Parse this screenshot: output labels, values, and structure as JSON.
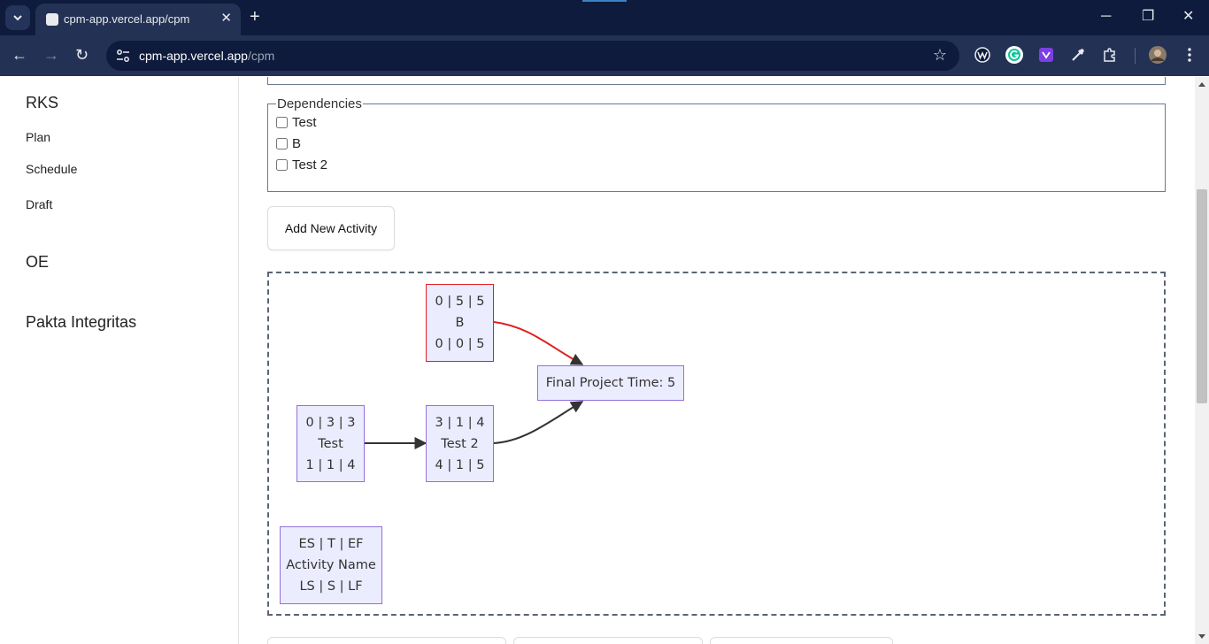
{
  "browser": {
    "tab_title": "cpm-app.vercel.app/cpm",
    "url_host": "cpm-app.vercel.app",
    "url_path": "/cpm",
    "tab_close_glyph": "✕",
    "new_tab_glyph": "+",
    "window": {
      "minimize": "─",
      "maximize": "❐",
      "close": "✕"
    },
    "nav": {
      "back": "←",
      "forward": "→",
      "reload": "↻"
    },
    "bookmark_glyph": "☆",
    "extension_icons": [
      "wikipedia-extension-icon",
      "grammarly-extension-icon",
      "purple-extension-icon",
      "eyedropper-extension-icon",
      "puzzle-extensions-icon",
      "profile-avatar-icon",
      "kebab-menu-icon"
    ]
  },
  "sidebar": {
    "sections": [
      {
        "title": "RKS",
        "items": [
          "Plan",
          "Schedule",
          "Draft"
        ]
      },
      {
        "title": "OE",
        "items": []
      },
      {
        "title": "Pakta Integritas",
        "items": []
      }
    ]
  },
  "dependencies": {
    "legend": "Dependencies",
    "options": [
      {
        "label": "Test",
        "checked": false
      },
      {
        "label": "B",
        "checked": false
      },
      {
        "label": "Test 2",
        "checked": false
      }
    ]
  },
  "add_activity_label": "Add New Activity",
  "network": {
    "colors": {
      "node_fill": "#ececff",
      "node_border": "#9370db",
      "critical": "#e02020",
      "edge": "#333333"
    },
    "nodes": [
      {
        "id": "b",
        "top": "0 | 5 | 5",
        "name": "B",
        "bottom": "0 | 0 | 5",
        "critical": true
      },
      {
        "id": "test",
        "top": "0 | 3 | 3",
        "name": "Test",
        "bottom": "1 | 1 | 4",
        "critical": false
      },
      {
        "id": "test2",
        "top": "3 | 1 | 4",
        "name": "Test 2",
        "bottom": "4 | 1 | 5",
        "critical": false
      },
      {
        "id": "final",
        "name": "Final Project Time: 5"
      },
      {
        "id": "legend",
        "top": "ES | T | EF",
        "name": "Activity Name",
        "bottom": "LS | S | LF"
      }
    ],
    "edges": [
      {
        "from": "B",
        "to": "Final Project Time: 5",
        "critical": true
      },
      {
        "from": "Test",
        "to": "Test 2",
        "critical": false
      },
      {
        "from": "Test 2",
        "to": "Final Project Time: 5",
        "critical": false
      }
    ]
  }
}
